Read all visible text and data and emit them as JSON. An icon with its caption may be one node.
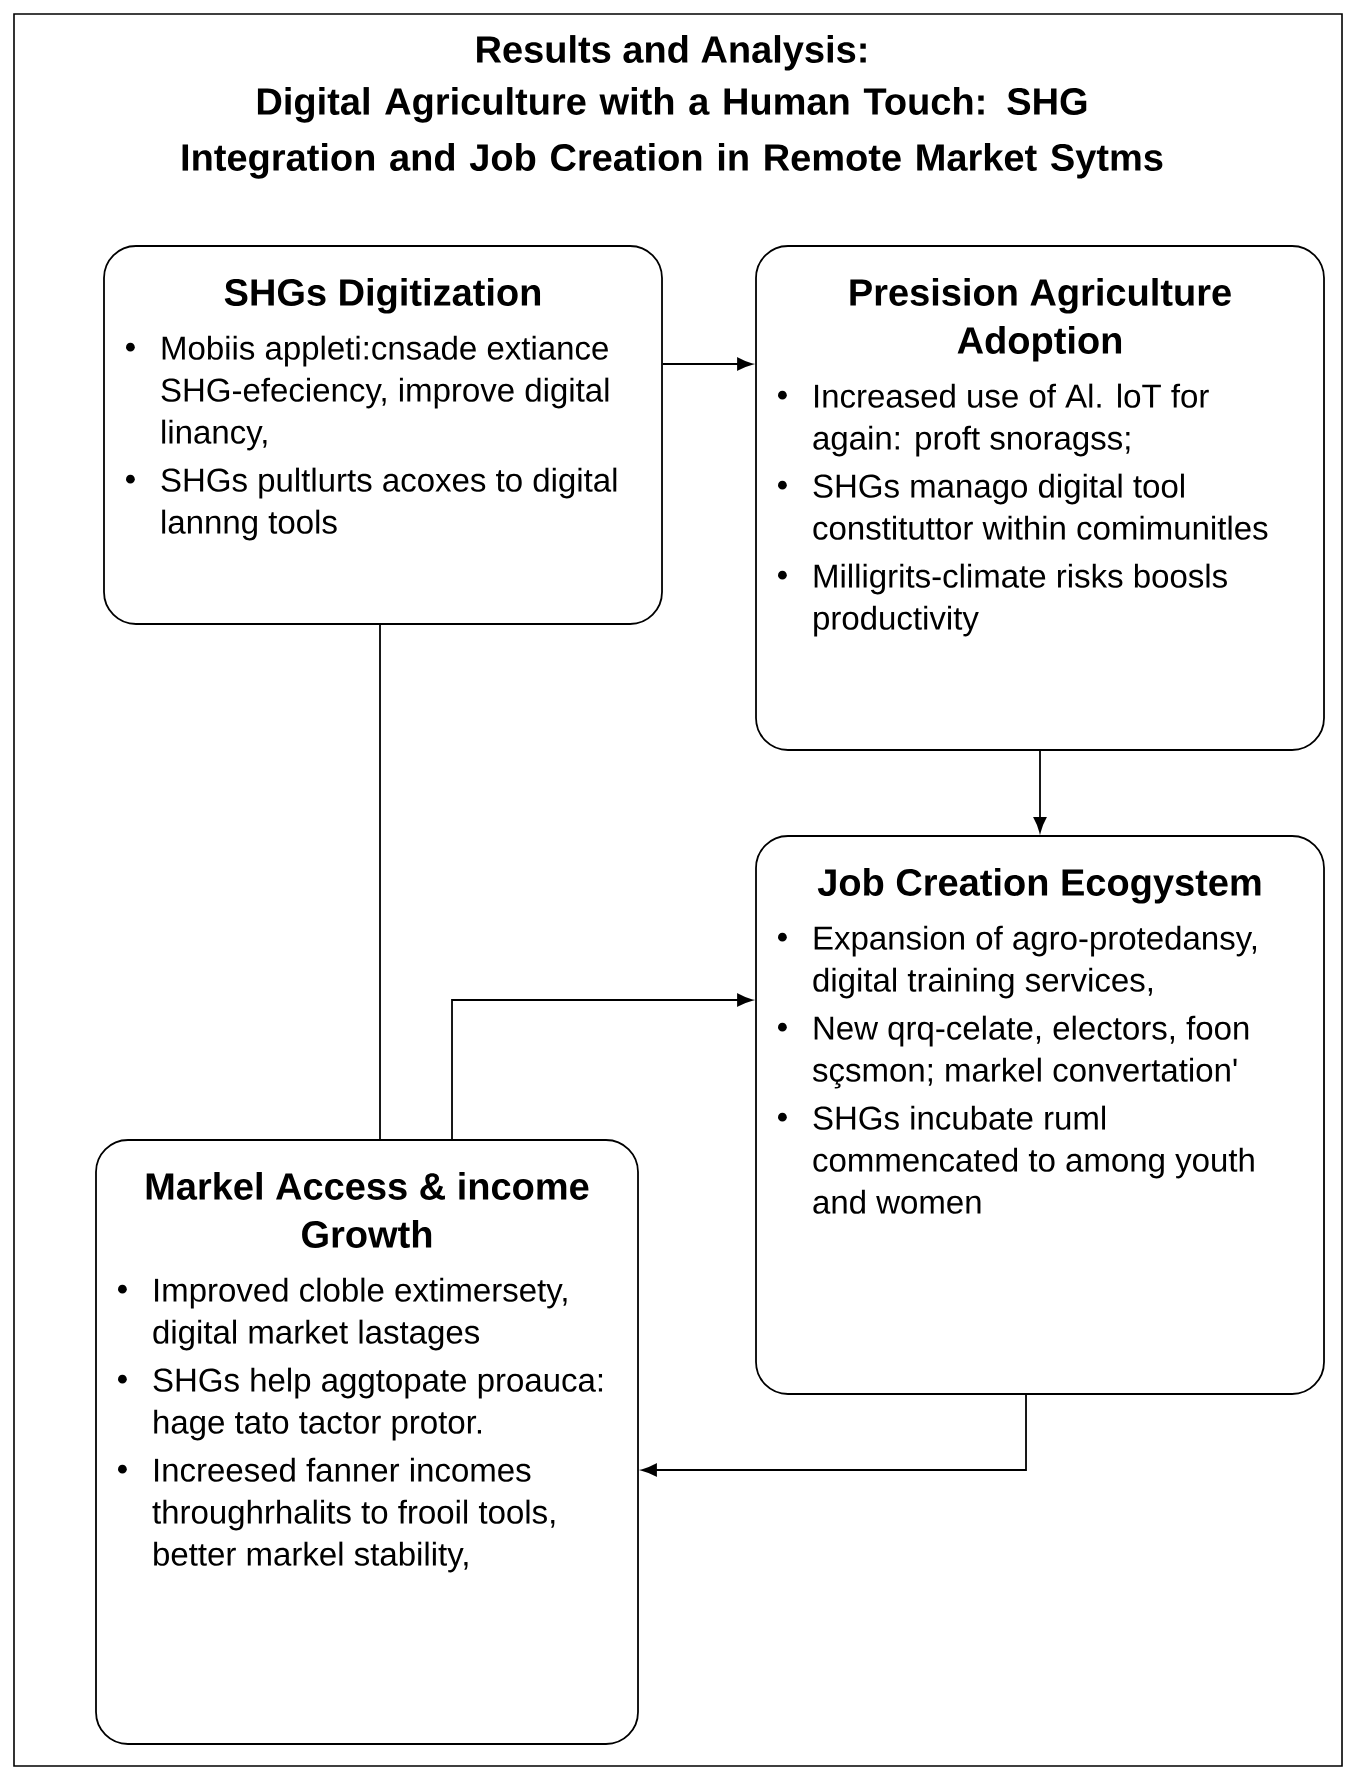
{
  "diagram": {
    "title": "Results and Analysis:",
    "nodes": [
      {
        "text": [
          "SHGs Digitization",
          "Mobiis appleti:cnsade extiance SHG-efeciency, improve digital linancy,",
          "SHGs pultlurts acoxes to digital lannng tools"
        ]
      },
      {
        "text": [
          "Presision Agriculture Adoption",
          "Increased use of Al. loT for again: proft snoragss;",
          "SHGs manago digital tool constituttor within comimunitles",
          "Milligrits-climate risks boosls productivity"
        ]
      },
      {
        "text": [
          "Job Creation Ecogystem",
          "Expansion of agro-protedansy, digital training services,",
          "New qrq-celate, electors, foon sçsmon; markel convertation'",
          "SHGs incubate ruml commencated to among youth and women"
        ]
      },
      {
        "text": [
          "Markel Access & income Growth",
          "Improved cloble extimersety, digital market lastages",
          "SHGs help aggtopate proauca: hage tato tactor protor.",
          "Increesed fanner incomes throughrhalits to frooil tools, better markel stability,"
        ]
      }
    ],
    "edges": [
      {
        "from": 0,
        "to": 1,
        "arrow": "to"
      },
      {
        "from": 1,
        "to": 2,
        "arrow": "to"
      },
      {
        "from": 0,
        "to": 3,
        "arrow": "none"
      },
      {
        "from": 3,
        "to": 2,
        "arrow": "to"
      },
      {
        "from": 2,
        "to": 3,
        "arrow": "to"
      }
    ],
    "labels": [
      "Digital Agriculture with a Human Touch: SHG Integration and Job Creation in Remote Market Sytms"
    ]
  }
}
